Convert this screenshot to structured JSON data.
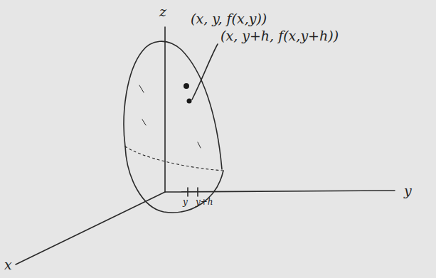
{
  "diagram": {
    "labels": [
      "z",
      "(x, y, f(x,y))",
      "(x, y+h, f(x,y+h))",
      "y",
      "x",
      "y",
      "y+h"
    ]
  }
}
